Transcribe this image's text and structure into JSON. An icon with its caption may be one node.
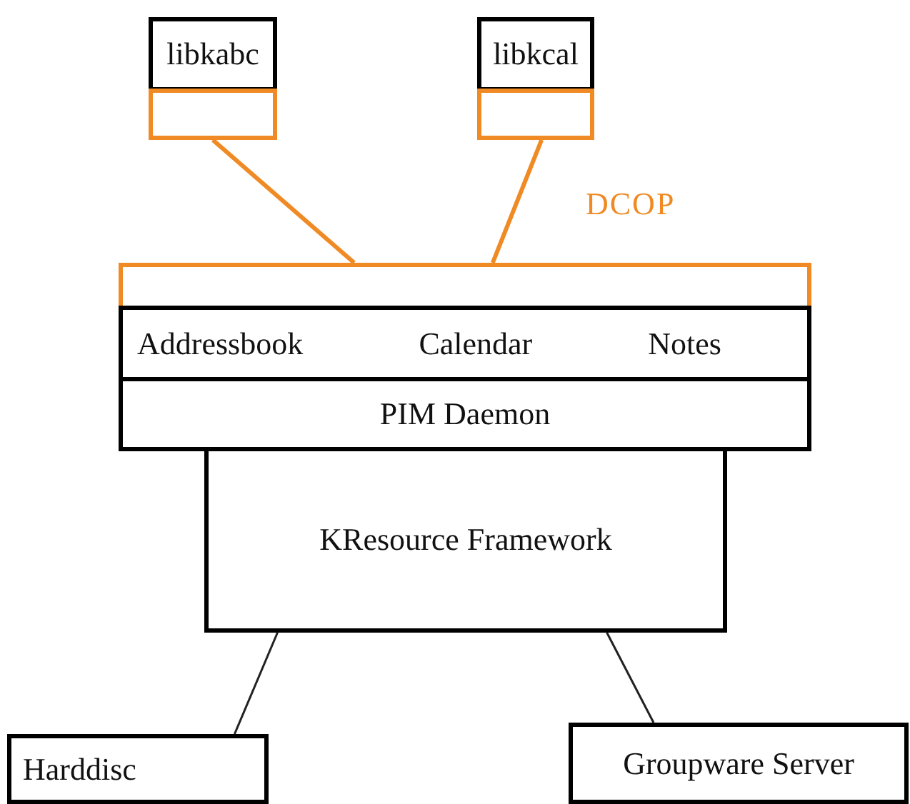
{
  "diagram": {
    "nodes": [
      {
        "text": [
          "libkabc"
        ]
      },
      {
        "text": [],
        "shape": "box"
      },
      {
        "text": [
          "libkcal"
        ]
      },
      {
        "text": [],
        "shape": "box"
      },
      {
        "text": [],
        "shape": "box"
      },
      {
        "text": [
          "Addressbook",
          "Calendar",
          "Notes"
        ]
      },
      {
        "text": [
          "PIM Daemon"
        ]
      },
      {
        "text": [
          "KResource Framework"
        ]
      },
      {
        "text": [
          "Harddisc"
        ]
      },
      {
        "text": [
          "Groupware Server"
        ]
      }
    ],
    "edges": [
      {
        "from": 1,
        "to": 4,
        "arrow": "none",
        "style": "thick",
        "color": "#f08a24"
      },
      {
        "from": 3,
        "to": 4,
        "arrow": "none",
        "style": "thick",
        "color": "#f08a24"
      },
      {
        "from": 7,
        "to": 8,
        "arrow": "none",
        "color": "#222222"
      },
      {
        "from": 7,
        "to": 9,
        "arrow": "none",
        "color": "#222222"
      }
    ],
    "labels": [
      "DCOP"
    ]
  }
}
